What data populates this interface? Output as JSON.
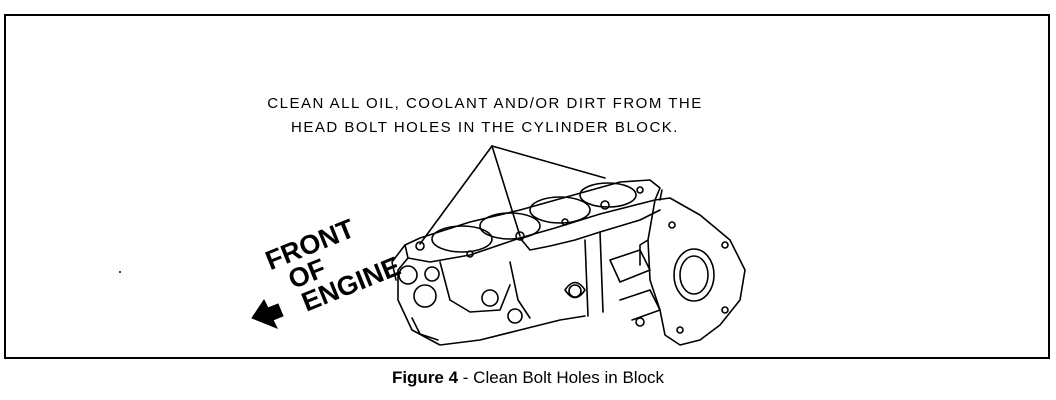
{
  "callout": {
    "line1": "CLEAN ALL OIL, COOLANT AND/OR DIRT FROM THE",
    "line2": "HEAD BOLT HOLES IN THE CYLINDER BLOCK."
  },
  "direction_label": {
    "line1": "FRONT",
    "line2": "OF",
    "line3": "ENGINE"
  },
  "caption": {
    "figure": "Figure 4",
    "separator": " - ",
    "title": "Clean Bolt Holes in Block"
  }
}
